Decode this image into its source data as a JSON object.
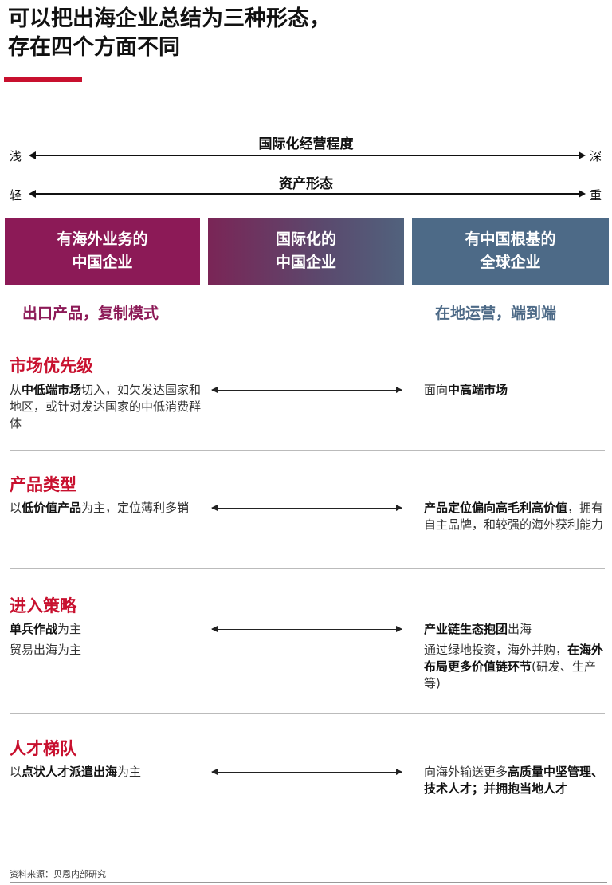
{
  "title_lines": [
    "可以把出海企业总结为三种形态，",
    "存在四个方面不同"
  ],
  "axes": [
    {
      "label": "国际化经营程度",
      "left": "浅",
      "right": "深"
    },
    {
      "label": "资产形态",
      "left": "轻",
      "right": "重"
    }
  ],
  "bands": [
    {
      "line1": "有海外业务的",
      "line2": "中国企业"
    },
    {
      "line1": "国际化的",
      "line2": "中国企业"
    },
    {
      "line1": "有中国根基的",
      "line2": "全球企业"
    }
  ],
  "subheads": {
    "left": "出口产品，复制模式",
    "right": "在地运营，端到端"
  },
  "sections": [
    {
      "title": "市场优先级",
      "left": [
        {
          "b": false,
          "t": "从"
        },
        {
          "b": true,
          "t": "中低端市场"
        },
        {
          "b": false,
          "t": "切入，如欠发达国家和地区，或针对发达国家的中低消费群体"
        }
      ],
      "right": [
        {
          "b": false,
          "t": "面向"
        },
        {
          "b": true,
          "t": "中高端市场"
        }
      ]
    },
    {
      "title": "产品类型",
      "left": [
        {
          "b": false,
          "t": "以"
        },
        {
          "b": true,
          "t": "低价值产品"
        },
        {
          "b": false,
          "t": "为主，定位薄利多销"
        }
      ],
      "right": [
        {
          "b": true,
          "t": "产品定位偏向高毛利高价值"
        },
        {
          "b": false,
          "t": "，拥有自主品牌，和较强的海外获利能力"
        }
      ]
    },
    {
      "title": "进入策略",
      "left_p1": [
        {
          "b": true,
          "t": "单兵作战"
        },
        {
          "b": false,
          "t": "为主"
        }
      ],
      "left_p2": [
        {
          "b": false,
          "t": "贸易出海为主"
        }
      ],
      "right_p1": [
        {
          "b": true,
          "t": "产业链生态抱团"
        },
        {
          "b": false,
          "t": "出海"
        }
      ],
      "right_p2": [
        {
          "b": false,
          "t": "通过绿地投资，海外并购，"
        },
        {
          "b": true,
          "t": "在海外布局更多价值链环节"
        },
        {
          "b": false,
          "t": "(研发、生产等)"
        }
      ]
    },
    {
      "title": "人才梯队",
      "left": [
        {
          "b": false,
          "t": "以"
        },
        {
          "b": true,
          "t": "点状人才派遣出海"
        },
        {
          "b": false,
          "t": "为主"
        }
      ],
      "right": [
        {
          "b": false,
          "t": "向海外输送更多"
        },
        {
          "b": true,
          "t": "高质量中坚管理、技术人才；并拥抱当地人才"
        }
      ]
    }
  ],
  "source": "资料来源：贝恩内部研究"
}
